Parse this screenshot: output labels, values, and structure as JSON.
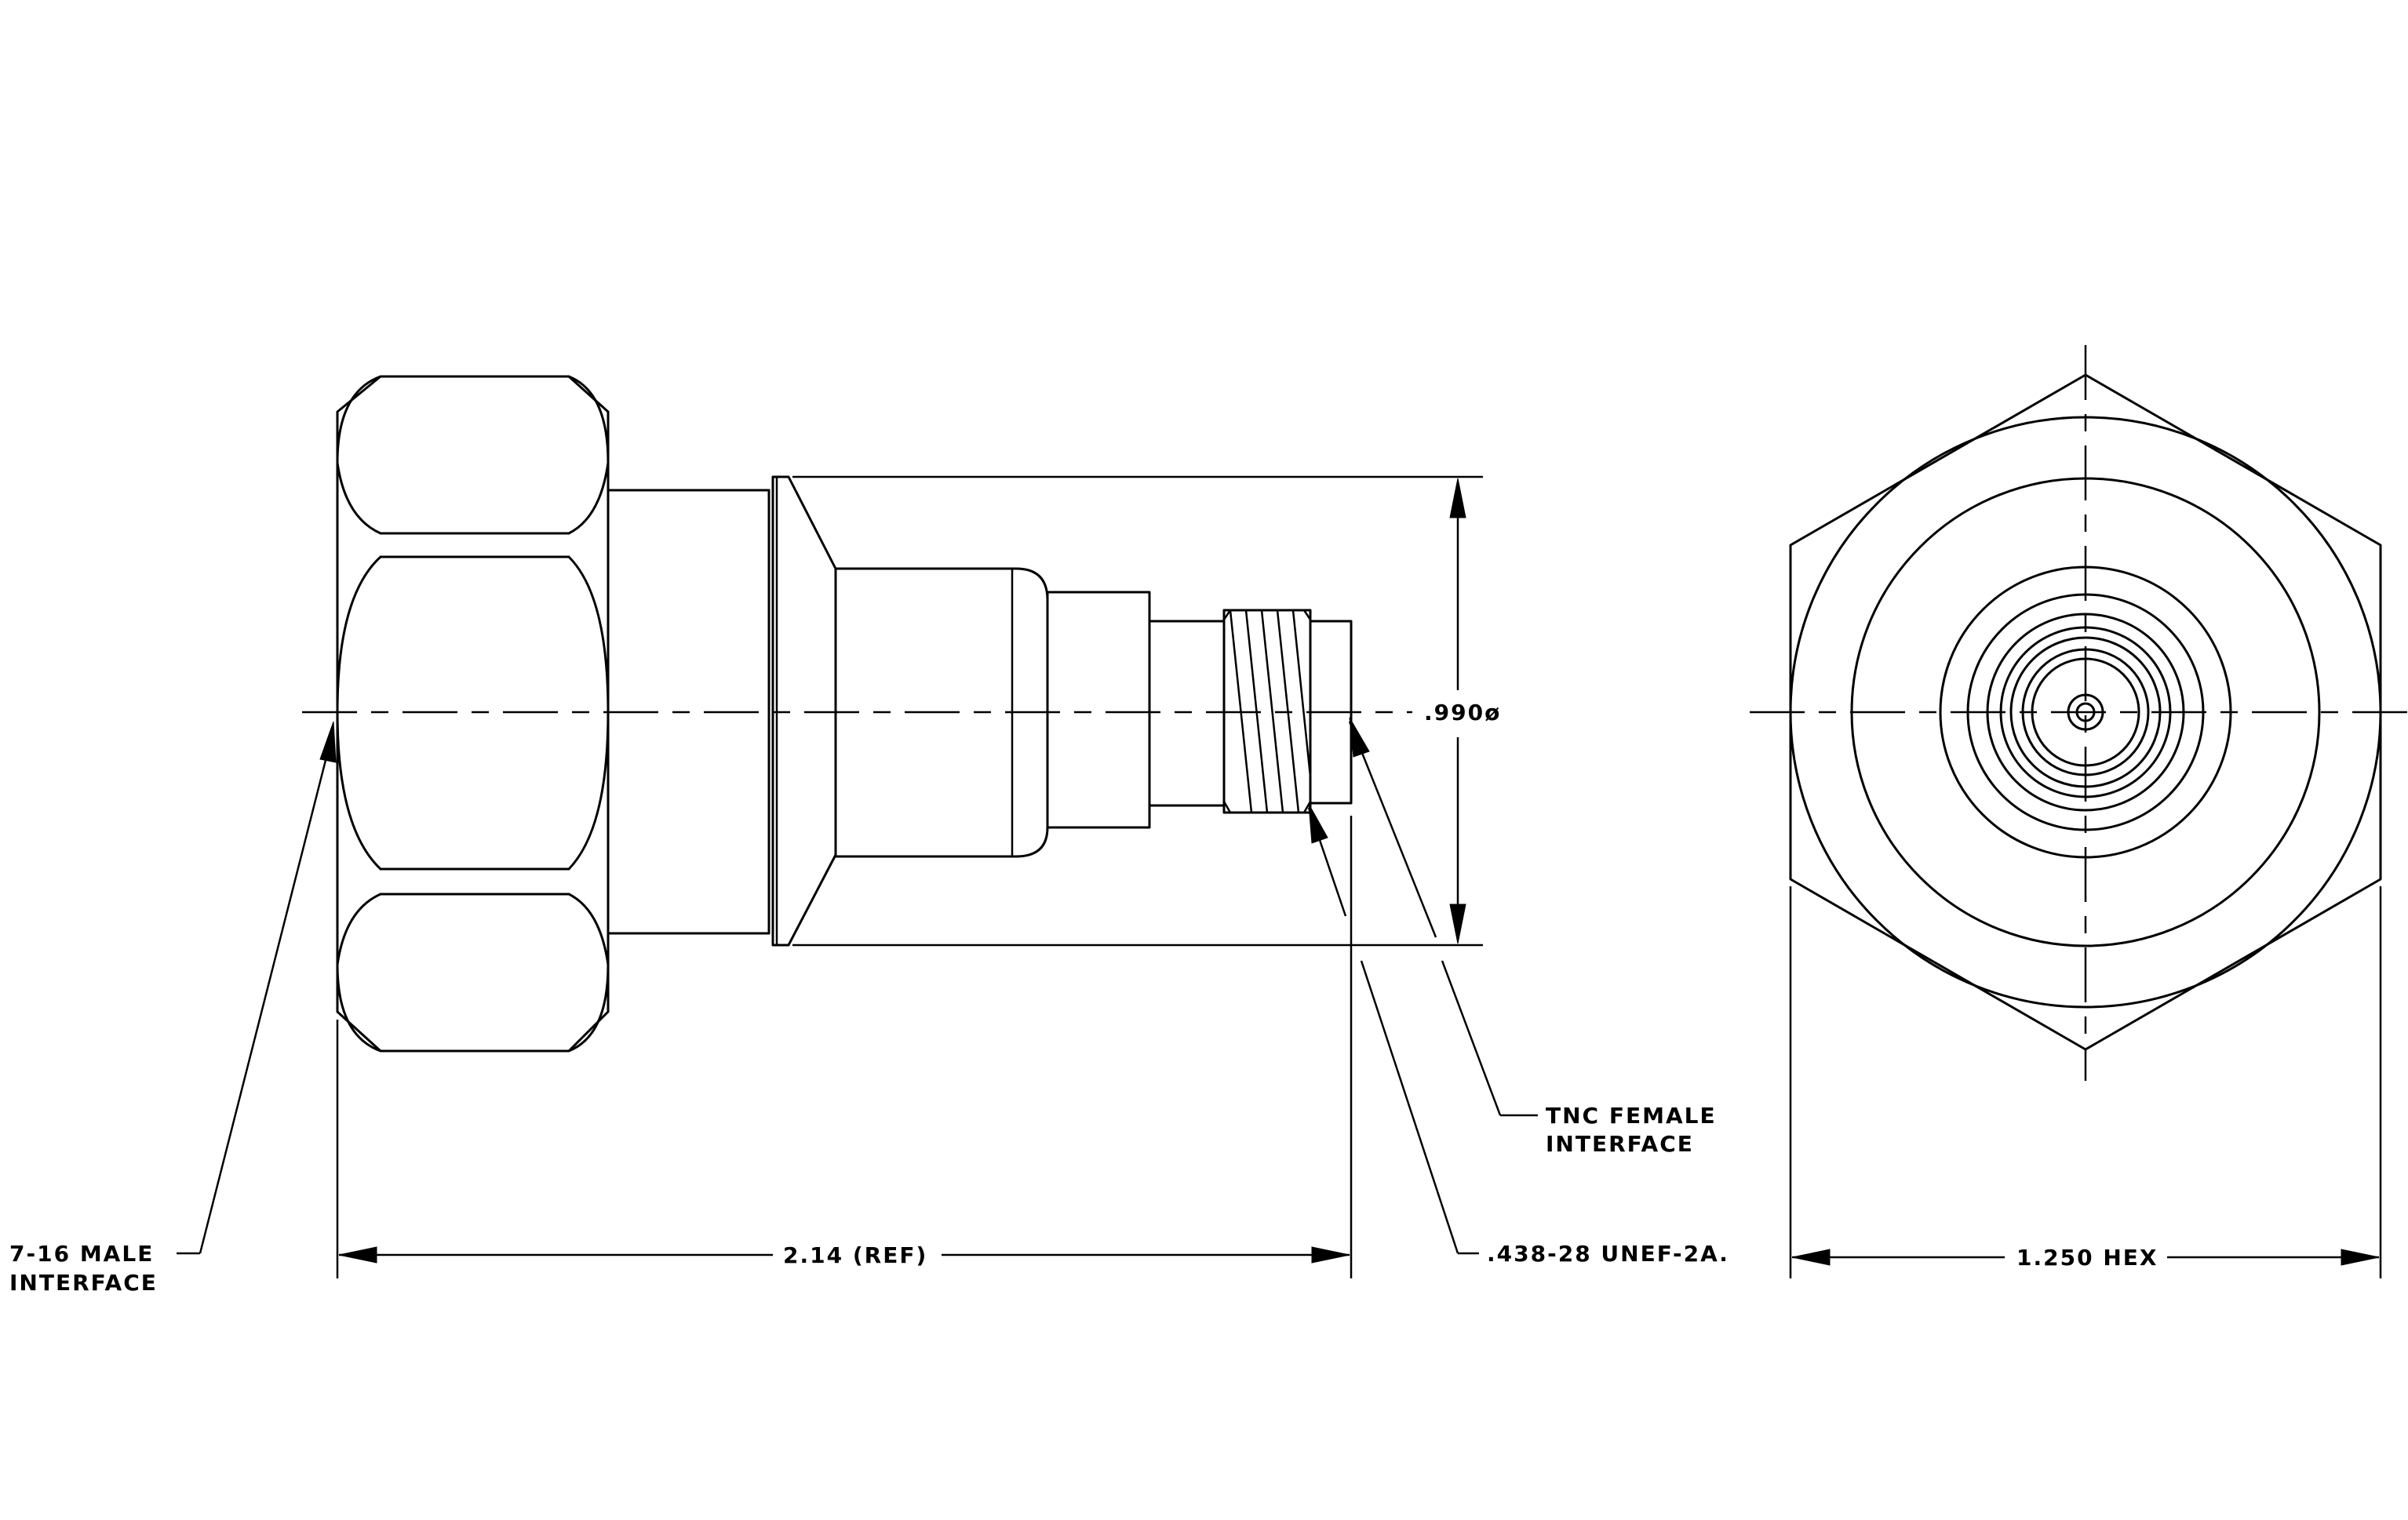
{
  "labels": {
    "male_interface_line1": "7-16 MALE",
    "male_interface_line2": "INTERFACE",
    "overall_length": "2.14 (REF)",
    "diameter": ".990ø",
    "tnc_line1": "TNC FEMALE",
    "tnc_line2": "INTERFACE",
    "thread_spec": ".438-28 UNEF-2A.",
    "hex_size": "1.250 HEX"
  },
  "colors": {
    "line": "#000000",
    "background": "#ffffff"
  }
}
